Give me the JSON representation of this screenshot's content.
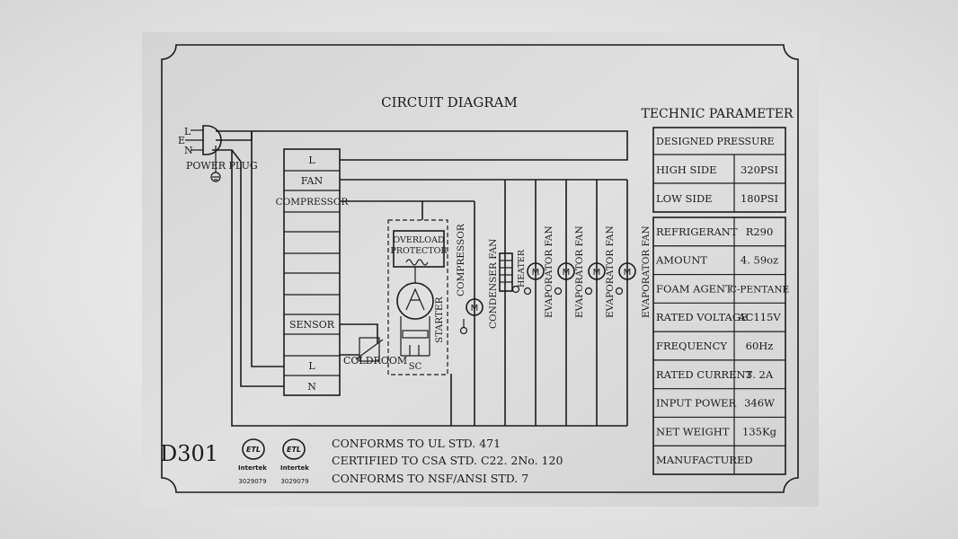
{
  "diagram": {
    "title": "CIRCUIT  DIAGRAM",
    "plug": {
      "l": "L",
      "e": "E",
      "n": "N",
      "label": "POWER PLUG"
    },
    "terminal_block": {
      "l_top": "L",
      "fan": "FAN",
      "compressor": "COMPRESSOR",
      "sensor": "SENSOR",
      "l_bottom": "L",
      "n_bottom": "N"
    },
    "components": {
      "overload_line1": "OVERLOAD",
      "overload_line2": "PROTECTOR",
      "compressor": "COMPRESSOR",
      "starter": "STARTER",
      "sc": "SC",
      "coldroom": "COLDROOM",
      "condenser_fan": "CONDENSER FAN",
      "heater": "HEATER",
      "evaporator_fan_1": "EVAPORATOR FAN",
      "evaporator_fan_2": "EVAPORATOR FAN",
      "evaporator_fan_3": "EVAPORATOR FAN",
      "evaporator_fan_4": "EVAPORATOR FAN",
      "motor_symbol": "M"
    }
  },
  "model": "D301",
  "certifications": {
    "mark_text": "ETL",
    "mark_sub": "Intertek",
    "mark1_number": "3029079",
    "mark2_number": "3029079",
    "line1": "CONFORMS TO UL STD. 471",
    "line2": "CERTIFIED TO CSA STD. C22. 2No. 120",
    "line3": "CONFORMS TO NSF/ANSI STD. 7"
  },
  "parameters": {
    "title": "TECHNIC  PARAMETER",
    "designed_pressure": "DESIGNED PRESSURE",
    "rows_pressure": [
      {
        "label": "HIGH SIDE",
        "value": "320PSI"
      },
      {
        "label": "LOW SIDE",
        "value": "180PSI"
      }
    ],
    "rows": [
      {
        "label": "REFRIGERANT",
        "value": "R290"
      },
      {
        "label": "AMOUNT",
        "value": "4. 59oz"
      },
      {
        "label": "FOAM AGENT",
        "value": "C-PENTANE"
      },
      {
        "label": "RATED VOLTAGE",
        "value": "AC115V"
      },
      {
        "label": "FREQUENCY",
        "value": "60Hz"
      },
      {
        "label": "RATED CURRENT",
        "value": "3. 2A"
      },
      {
        "label": "INPUT POWER",
        "value": "346W"
      },
      {
        "label": "NET WEIGHT",
        "value": "135Kg"
      },
      {
        "label": "MANUFACTURED",
        "value": ""
      }
    ]
  },
  "colors": {
    "plate": "#d9d9d9",
    "ink": "#1b1b1b",
    "backdrop": "#e8e8e8"
  }
}
